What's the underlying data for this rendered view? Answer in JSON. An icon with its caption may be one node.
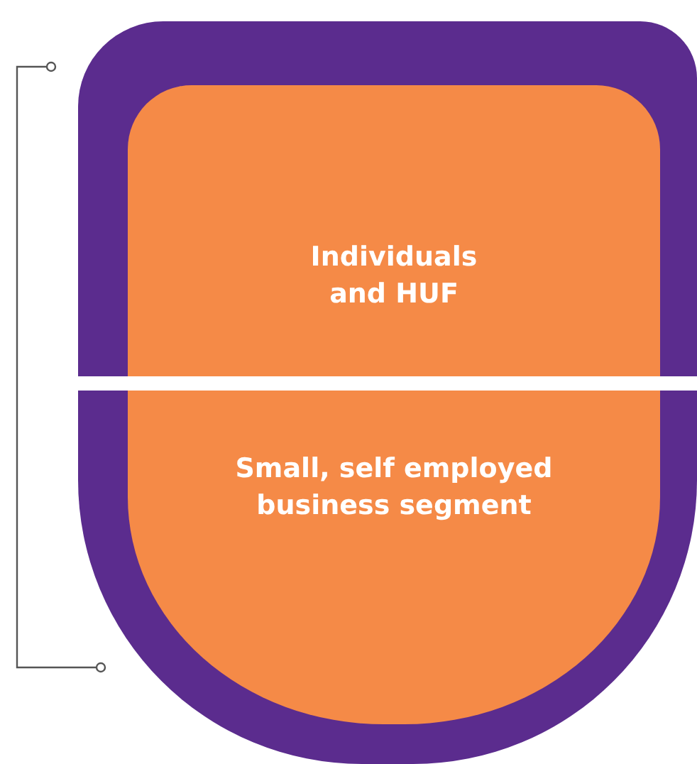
{
  "diagram": {
    "nodes": [
      {
        "text": [],
        "shape": "box"
      },
      {
        "text": [
          "Individuals and HUF"
        ],
        "in": 0
      },
      {
        "text": [
          "Small, self employed business segment"
        ],
        "in": 0
      }
    ]
  }
}
